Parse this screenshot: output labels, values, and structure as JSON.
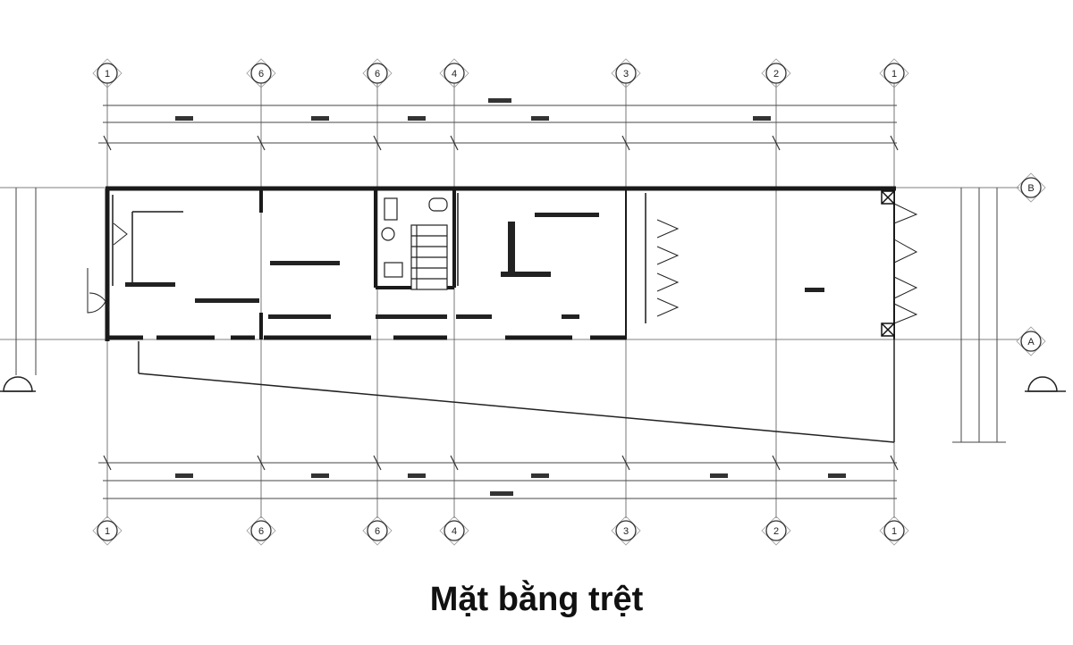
{
  "drawing": {
    "title": "Mặt bằng trệt"
  },
  "grid_axes": {
    "top": [
      "1",
      "6",
      "6",
      "4",
      "3",
      "2",
      "1"
    ],
    "bottom": [
      "1",
      "6",
      "6",
      "4",
      "3",
      "2",
      "1"
    ],
    "right": [
      "B",
      "A"
    ]
  },
  "colors": {
    "line": "#222222",
    "wall": "#1a1a1a",
    "bubble": "#333333"
  },
  "icons": [
    "grid-bubble-icon",
    "section-marker-icon",
    "door-swing-icon",
    "staircase-icon",
    "toilet-icon"
  ]
}
